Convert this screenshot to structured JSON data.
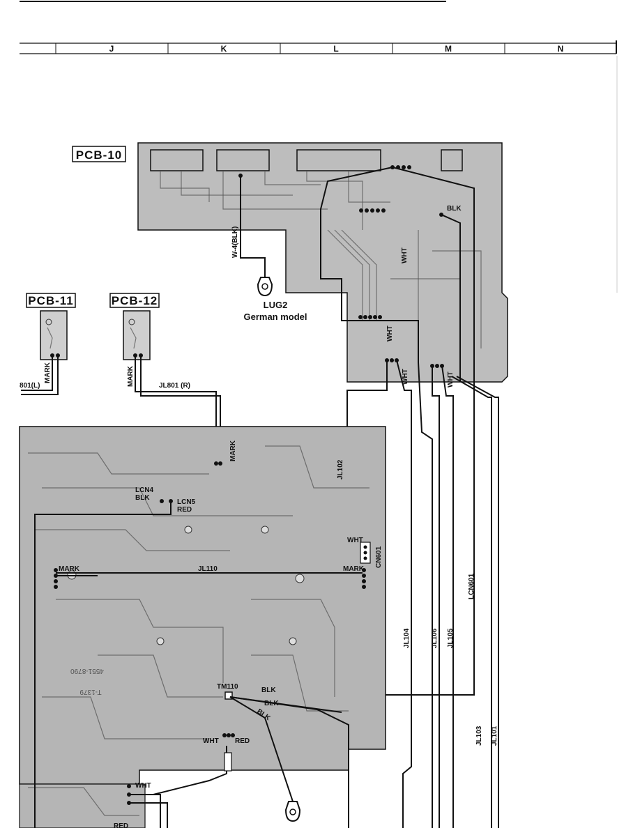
{
  "columns": [
    "J",
    "K",
    "L",
    "M",
    "N"
  ],
  "boards": {
    "pcb10": "PCB-10",
    "pcb11": "PCB-11",
    "pcb12": "PCB-12"
  },
  "lug": {
    "name": "LUG2",
    "note": "German model",
    "wire": "W-4(BLK)"
  },
  "wires": {
    "jl801l": "801(L)",
    "jl801r": "JL801 (R)",
    "jl102": "JL102",
    "jl110": "JL110",
    "jl104": "JL104",
    "jl106": "JL106",
    "jl105": "JL105",
    "lcn601": "LCN601",
    "jl103": "JL103",
    "jl101": "JL101"
  },
  "connectors": {
    "lcn4": "LCN4",
    "lcn5": "LCN5",
    "cn601": "CN601",
    "tm110": "TM110"
  },
  "colors": {
    "wht": "WHT",
    "blk": "BLK",
    "red": "RED",
    "mark": "MARK"
  },
  "part_numbers": {
    "code1": "4551-8790",
    "code2": "T-1379"
  }
}
